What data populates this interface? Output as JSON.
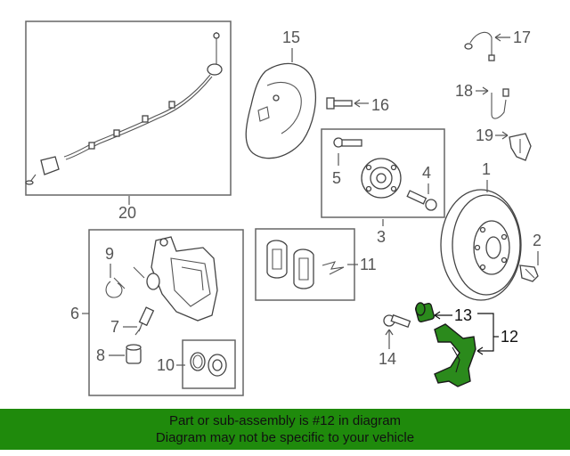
{
  "callouts": {
    "c1": "1",
    "c2": "2",
    "c3": "3",
    "c4": "4",
    "c5": "5",
    "c6": "6",
    "c7": "7",
    "c8": "8",
    "c9": "9",
    "c10": "10",
    "c11": "11",
    "c12": "12",
    "c13": "13",
    "c14": "14",
    "c15": "15",
    "c16": "16",
    "c17": "17",
    "c18": "18",
    "c19": "19",
    "c20": "20"
  },
  "highlight_color": "#2b8a1c",
  "banner": {
    "line1": "Part or sub-assembly is #12 in diagram",
    "line2": "Diagram may not be specific to your vehicle",
    "color": "#1f8a0c"
  }
}
